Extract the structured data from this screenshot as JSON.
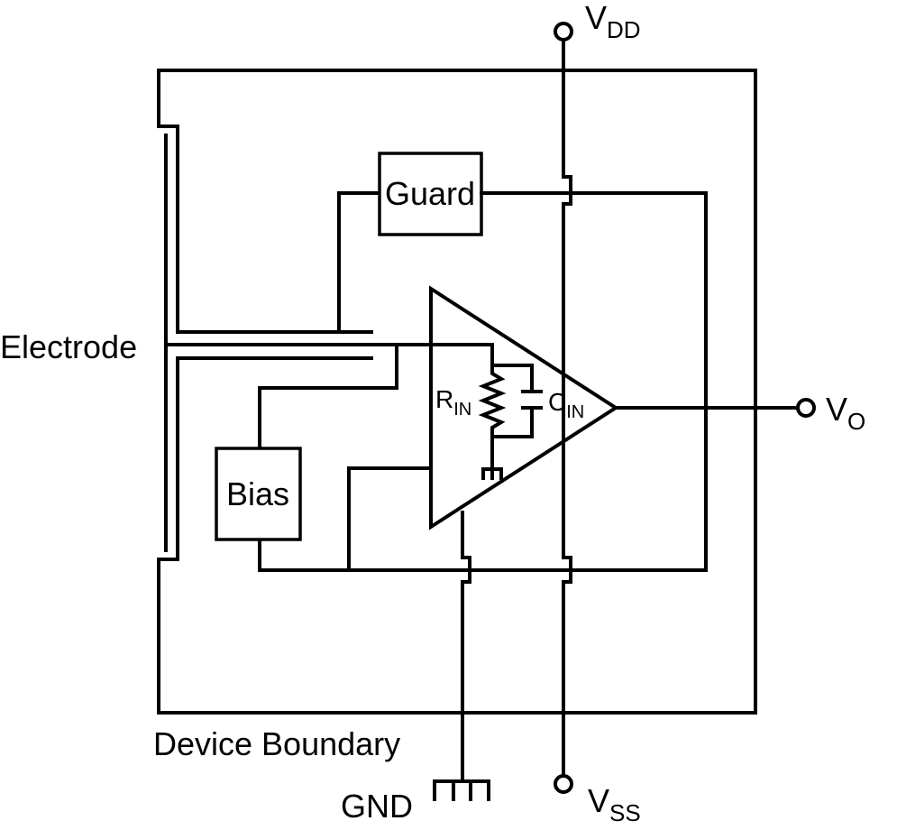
{
  "labels": {
    "vdd": {
      "main": "V",
      "sub": "DD"
    },
    "vss": {
      "main": "V",
      "sub": "SS"
    },
    "vo": {
      "main": "V",
      "sub": "O"
    },
    "rin": {
      "main": "R",
      "sub": "IN"
    },
    "cin": {
      "main": "C",
      "sub": "IN"
    },
    "electrode": "Electrode",
    "guard": "Guard",
    "bias": "Bias",
    "device_boundary": "Device Boundary",
    "gnd": "GND"
  }
}
